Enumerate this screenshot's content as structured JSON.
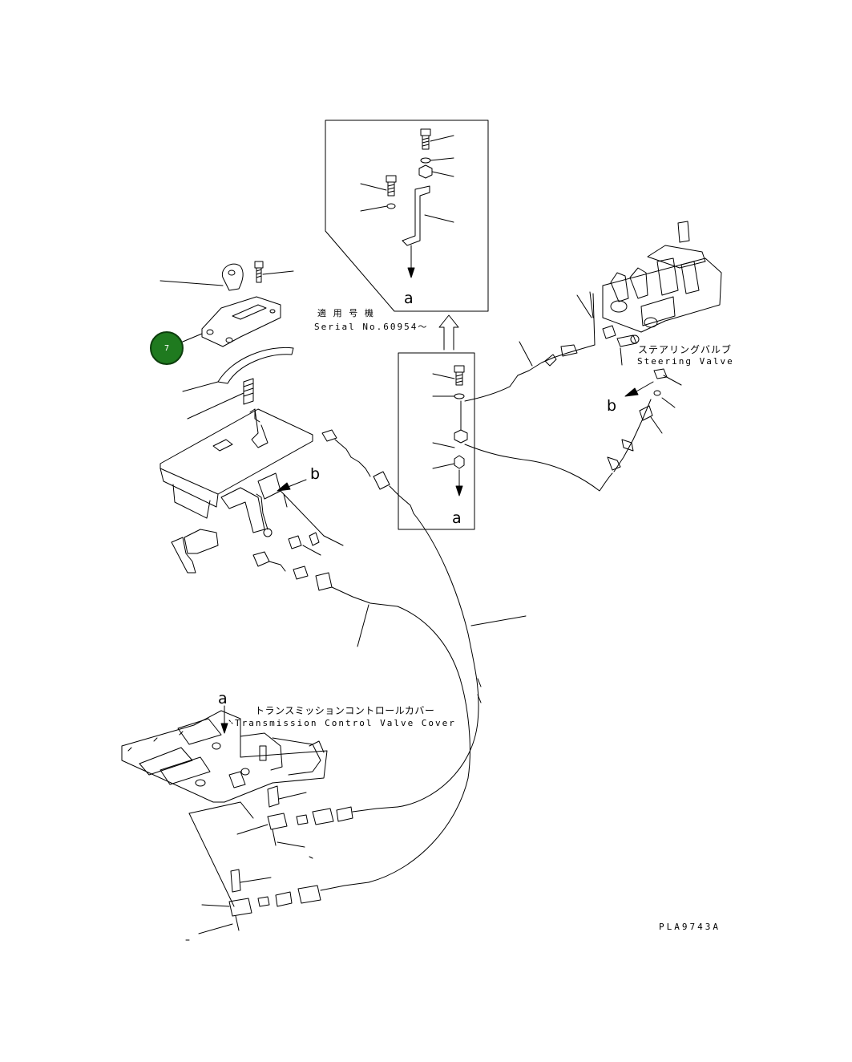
{
  "labels": {
    "serial_jp": "適 用 号 機",
    "serial_en": "Serial No.60954～",
    "steering_jp": "ステアリングバルブ",
    "steering_en": "Steering Valve",
    "tcv_jp": "トランスミッションコントロールカバー",
    "tcv_en": "Transmission Control Valve Cover",
    "drawing_code": "PLA9743A"
  },
  "refs": {
    "a_inset_top": "a",
    "a_inset_mid": "a",
    "a_cover": "a",
    "b_valve": "b",
    "b_lever": "b"
  },
  "callouts": [
    {
      "id": "7",
      "color": "#1f7a1f"
    }
  ]
}
